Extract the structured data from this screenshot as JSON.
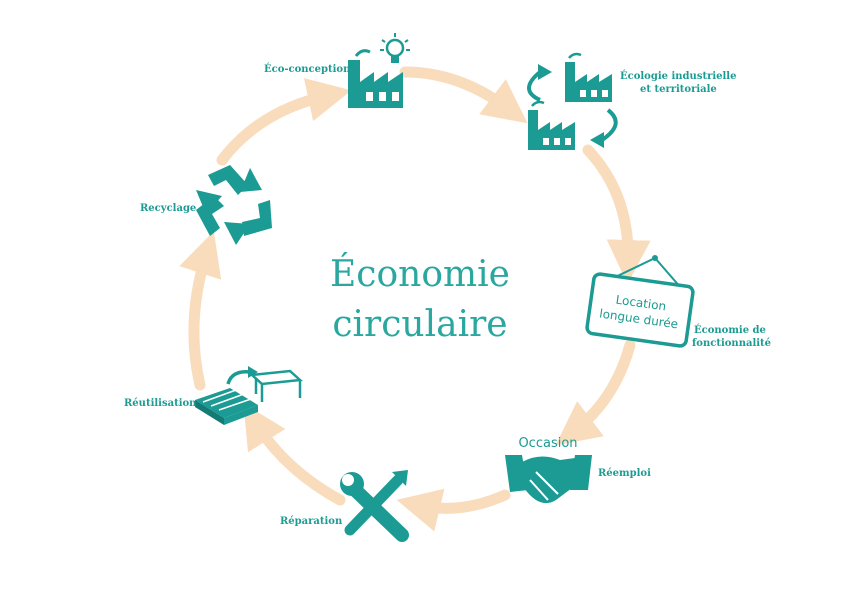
{
  "title": {
    "line1": "Économie",
    "line2": "circulaire"
  },
  "colors": {
    "teal": "#1b9b93",
    "arrow": "#f8dcbc"
  },
  "steps": {
    "eco_conception": "Éco-conception",
    "ecologie_line1": "Écologie industrielle",
    "ecologie_line2": "et territoriale",
    "fonct_line1": "Économie de",
    "fonct_line2": "fonctionnalité",
    "reemploi": "Réemploi",
    "reparation": "Réparation",
    "reutilisation": "Réutilisation",
    "recyclage": "Recyclage"
  },
  "sign": {
    "line1": "Location",
    "line2": "longue durée"
  },
  "occasion": "Occasion"
}
